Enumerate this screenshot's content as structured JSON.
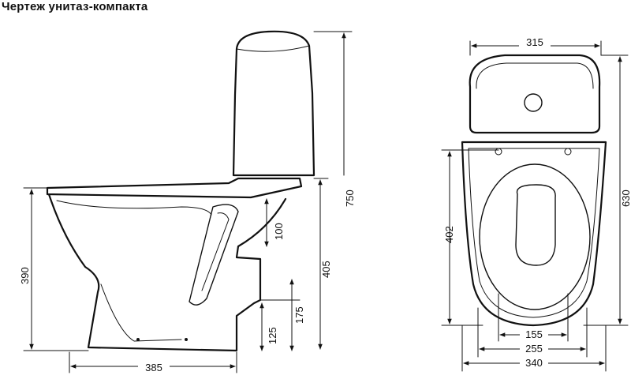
{
  "title": "Чертеж унитаз-компакта",
  "side_view": {
    "dims": {
      "height_total": "750",
      "seat_height": "390",
      "outlet_height": "405",
      "inner_height": "100",
      "outlet_center": "175",
      "small_height": "125",
      "depth": "385"
    }
  },
  "top_view": {
    "dims": {
      "tank_width": "315",
      "length": "630",
      "bowl_length": "402",
      "inner_width": "155",
      "mid_width": "255",
      "outer_width": "340"
    }
  },
  "colors": {
    "ink": "#111111",
    "background": "#ffffff"
  }
}
